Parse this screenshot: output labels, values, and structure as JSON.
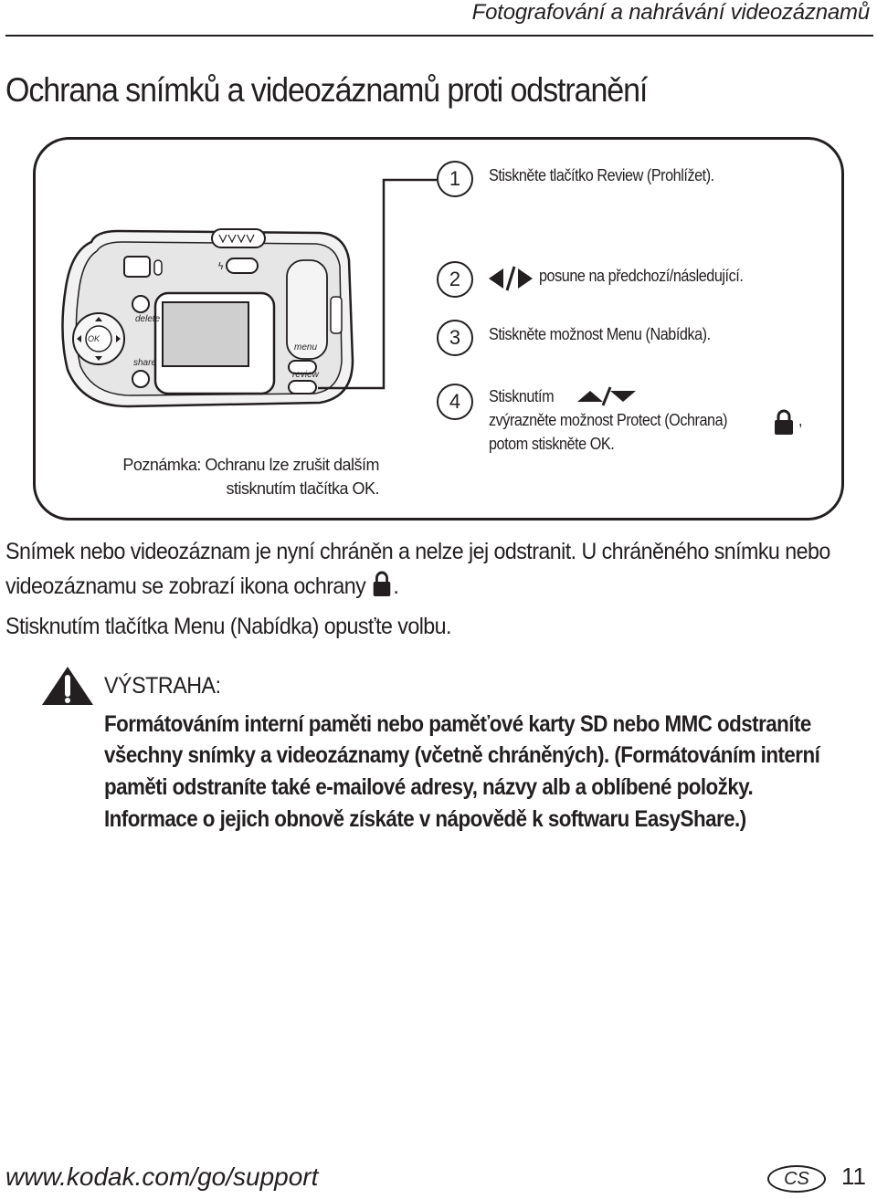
{
  "header": {
    "section_title": "Fotografování a nahrávání videozáznamů"
  },
  "page_title": "Ochrana snímků a videozáznamů proti odstranění",
  "camera": {
    "labels": {
      "delete": "delete",
      "share": "share",
      "ok": "OK",
      "menu": "menu",
      "review": "review"
    }
  },
  "note": {
    "line1": "Poznámka: Ochranu lze zrušit dalším",
    "line2": "stisknutím tlačítka OK."
  },
  "steps": [
    {
      "num": "1",
      "text": "Stiskněte tlačítko Review (Prohlížet)."
    },
    {
      "num": "2",
      "text": "posune na předchozí/následující."
    },
    {
      "num": "3",
      "text": "Stiskněte možnost Menu (Nabídka)."
    },
    {
      "num": "4",
      "line1": "Stisknutím",
      "line2": "zvýrazněte možnost Protect (Ochrana)",
      "line2_end": ",",
      "line3": "potom stiskněte OK."
    }
  ],
  "body": {
    "line1": "Snímek nebo videozáznam je nyní chráněn a nelze jej odstranit. U chráněného snímku nebo",
    "line2": "videozáznamu se zobrazí ikona ochrany",
    "line2_end": ".",
    "line3": "Stisknutím tlačítka Menu (Nabídka) opusťte volbu."
  },
  "warning": {
    "title": "VÝSTRAHA:",
    "lines": [
      "Formátováním interní paměti nebo paměťové karty SD nebo MMC odstraníte",
      "všechny snímky a videozáznamy (včetně chráněných). (Formátováním interní",
      "paměti odstraníte také e-mailové adresy, názvy alb a oblíbené položky.",
      "Informace o jejich obnově získáte v nápovědě k softwaru EasyShare.)"
    ]
  },
  "footer": {
    "url": "www.kodak.com/go/support",
    "lang_badge": "CS",
    "page_number": "11"
  }
}
